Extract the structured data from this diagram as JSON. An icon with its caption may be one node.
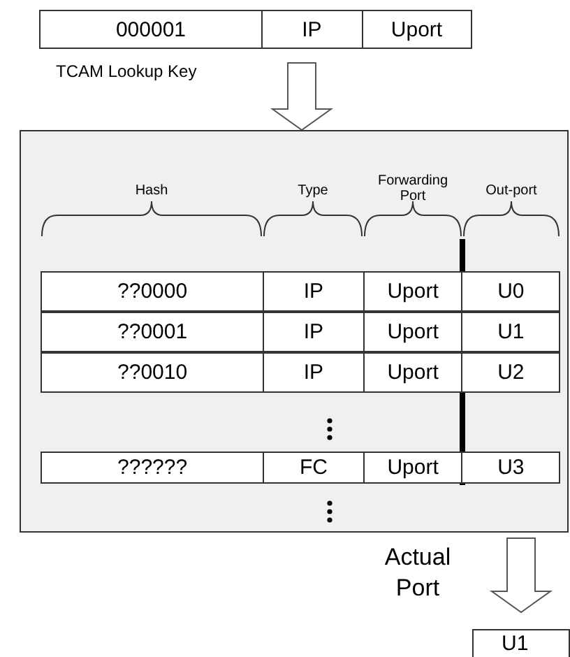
{
  "diagram": {
    "nodes": [
      {
        "text": [
          "000001",
          "IP",
          "Uport"
        ],
        "beside": [
          "TCAM Lookup Key"
        ]
      },
      {
        "text": [
          "Hash",
          "Type",
          "Forwarding Port",
          "Out-port"
        ]
      },
      {
        "text": [
          "??0000",
          "IP",
          "Uport",
          "U0"
        ],
        "in": 1
      },
      {
        "text": [
          "??0001",
          "IP",
          "Uport",
          "U1"
        ],
        "in": 1
      },
      {
        "text": [
          "??0010",
          "IP",
          "Uport",
          "U2"
        ],
        "in": 1
      },
      {
        "text": [
          "??????",
          "FC",
          "Uport",
          "U3"
        ],
        "in": 1
      },
      {
        "text": [
          "U1"
        ]
      }
    ],
    "edges": [
      {
        "from": 0,
        "to": 1,
        "arrow": "to"
      },
      {
        "from": 1,
        "to": 6,
        "arrow": "to",
        "label": "Actual Port"
      }
    ]
  }
}
